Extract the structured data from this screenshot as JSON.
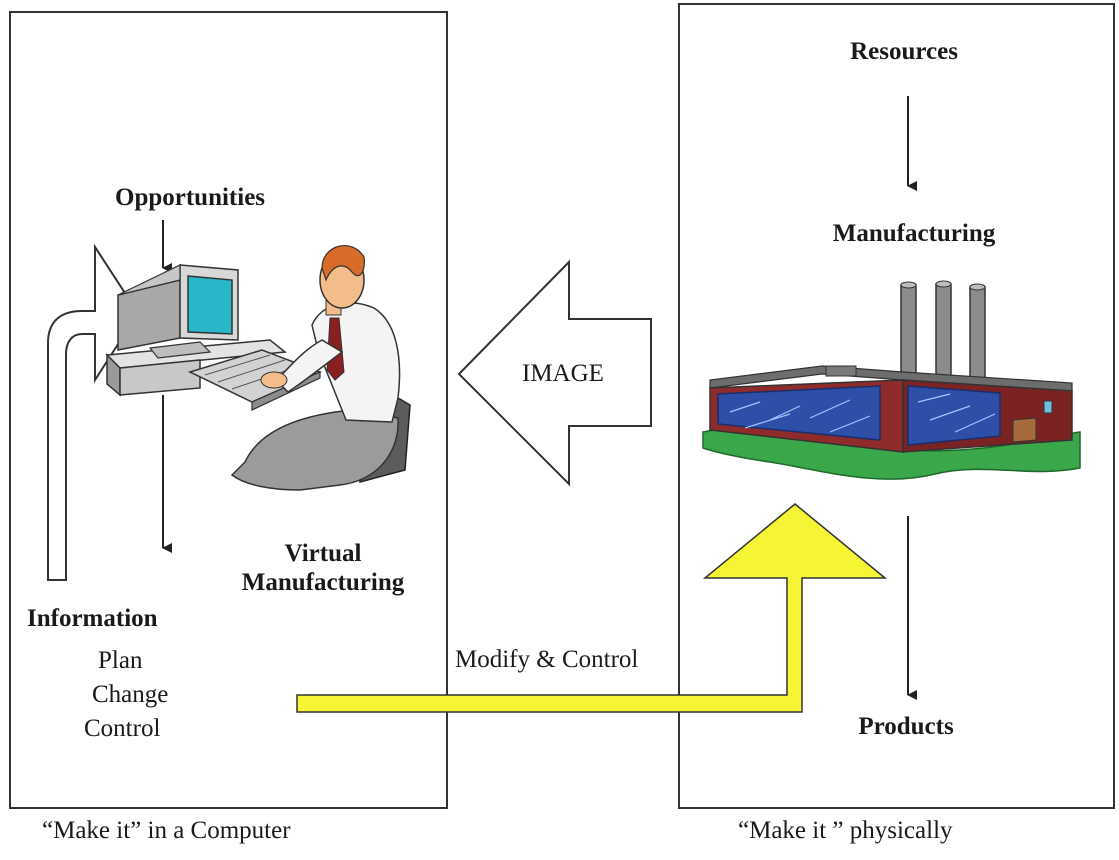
{
  "left_panel": {
    "title": "Opportunities",
    "virtual_label": "Virtual Manufacturing",
    "info_heading": "Information",
    "info_items": [
      "Plan",
      "Change",
      "Control"
    ],
    "caption": "“Make it” in a Computer"
  },
  "right_panel": {
    "resources": "Resources",
    "manufacturing": "Manufacturing",
    "products": "Products",
    "caption": "“Make it ” physically"
  },
  "image_arrow_label": "IMAGE",
  "feedback_label": "Modify & Control",
  "colors": {
    "feedback_arrow": "#f5f536",
    "monitor_screen": "#27b7c8",
    "factory_windows": "#2d4fa8",
    "factory_wall": "#8f2b2b",
    "ground": "#3aa84a"
  }
}
